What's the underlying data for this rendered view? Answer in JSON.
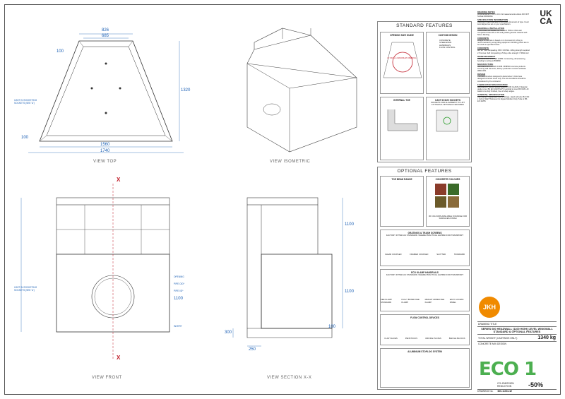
{
  "views": {
    "top": "VIEW TOP",
    "isometric": "VIEW ISOMETRIC",
    "front": "VIEW FRONT",
    "section": "VIEW SECTION X-X"
  },
  "dims": {
    "top_826": "826",
    "top_685": "685",
    "top_100a": "100",
    "top_1320": "1320",
    "top_100b": "100",
    "top_1560": "1560",
    "top_1740": "1740",
    "front_1100": "1100",
    "section_1100a": "1100",
    "section_1100b": "1100",
    "section_100": "100",
    "section_300": "300",
    "section_250": "250"
  },
  "notes": {
    "top_socket": "CAST IN SOCKETING SOCKETS (SEE 'A')",
    "front_socket": "CAST IN SOCKETING SOCKETS (SEE 'A')",
    "opening": "OPENING",
    "pipe_od": "PIPE O/D*",
    "pipe_id": "PIPE I/D*",
    "invert": "INVERT",
    "x_mark": "X"
  },
  "panel": {
    "standard_title": "STANDARD FEATURES",
    "opening_guide": "OPENING SIZE GUIDE",
    "opening_max": "Ø 720 mm MAXIMUM OPENING",
    "custom_design": "CUSTOM DESIGN",
    "custom_items": [
      "CONCRETE",
      "STEELWORK",
      "HANDRAILS",
      "FLOW CONTROL"
    ],
    "internal_toe": "INTERNAL TOE",
    "cast_in": "CAST IN M20 SOCKETS",
    "cast_in_desc": "SOCKETS FOR ALIGNMENT TO LIFT FITTINGS & OPTIONAL FEATURES",
    "optional_title": "OPTIONAL FEATURES",
    "toe_beam": "TOE BEAM RANGE",
    "concrete_colours": "CONCRETE COLOURS",
    "colours_note": "30 COLOURS AVAILABLE IN RANGE FOR SURFACES FINISH",
    "gratings": "GRATINGS & TRASH SCREENS",
    "gratings_note": "FACTORY FITTED AS STANDARD. WHERE PRACTICAL HAPPEN FOR TRANSPORT",
    "grating_types": [
      "CLEAR COUPLED",
      "FRAMED COUPLED",
      "SLOTTED",
      "STANDARD"
    ],
    "eco_clamp": "ECO KLAMP HANDRAILS",
    "eco_clamp_note": "FACTORY FITTED AS STANDARD. WHERE PRACTICAL HAPPEN FOR TRANSPORT",
    "handrail_types": [
      "KEE KLAMP STANDARD",
      "FULLY BOXED KEE KLAMP",
      "MEIGHT ADDED KEE KLAMP",
      "EASY ACCESS PANEL"
    ],
    "flow_control": "FLOW CONTROL DEVICES",
    "flow_types": [
      "FLAP VALVES",
      "PENSTOCKS",
      "ORIFICE PLATES",
      "BAFFLE BLOCKS"
    ],
    "aluminium": "ALUMINIUM STOPLOG SYSTEM"
  },
  "spec": [
    {
      "h": "DRAWING NOTES",
      "p": "All dimensions in mm U.O.N. All measurements where DO NOT SCALE DRAWING"
    },
    {
      "h": "SPECIFICATION INFORMATION",
      "p": "Opening in back wall able to suit outer dimension of pipe. Invert level aligned as set on your specification."
    },
    {
      "h": "HEADWALL INSTALLATION",
      "p": "Units should be bedded on minimum 150mm thick well compacted Class 6N or 6P well graded granular material with 50mm blinding."
    },
    {
      "h": "CONCRETE",
      "p": "Weight of concrete is based on 2.4 tonnes/m3. Lifting is recommended by using lifting equipment. All lifting points are to be used as specified below."
    },
    {
      "h": "CONCRETE",
      "p": "Min 28° Self compacting C50 / C60 Mix. Lifting strength required 2.5 tonnes. Self Compacting: 25 day cube strength = 50N/mm2."
    },
    {
      "h": "REINFORCEMENT",
      "p": "Reinforcement to BS EN 10080. Connecting, dimensioning, bending & cutting to BS8666."
    },
    {
      "h": "MANUFACTURE",
      "p": "Manufactured to BS EN 13198 / BS8500 concrete products ensuring wall elements, factory production control certificate 0086-CPR."
    },
    {
      "h": "DESIGN",
      "p": "Concrete structure designed to Eurocode 2. Units have designed concrete cover only. The site conditions should be considered by the contractor."
    },
    {
      "h": "FABRICATION SPECIFICATION",
      "p": "Manufacture: BS EN 1090-2 EXECUTION CLASS 2. Material grade to be: BS EN 10025 S275. Handrail to meet BS 6180. All welds to be fully finished, free of sharp edges."
    },
    {
      "h": "HANDRAIL SPECIFICATION",
      "p": "Kee Klamp® Galvanised Size 8 Fittings. Hand rail tube 48.3 OD x 3.2mm Wall Thickness hot dipped Medium Duty Tube to BS EN 10255."
    }
  ],
  "ukca": {
    "top": "UK",
    "bottom": "CA"
  },
  "titleblock": {
    "drawing_title_label": "DRAWING TITLE",
    "drawing_title": "SERIES 600 HEADWALL (1100 HIGH) LEVEL WINGWALL STANDARD & OPTIONAL FEATURES",
    "weight_label": "TOTAL WEIGHT (CASTINGS ONLY)",
    "weight": "1340 kg",
    "concrete_label": "CONCRETE MIX DESIGN",
    "eco": "ECO 1",
    "emission_label": "CO² EMISSION REDUCTION",
    "emission": "-50%",
    "drawing_no_label": "DRAWING No.",
    "drawing_no": "600-1100-LW",
    "logo": "JKH"
  }
}
